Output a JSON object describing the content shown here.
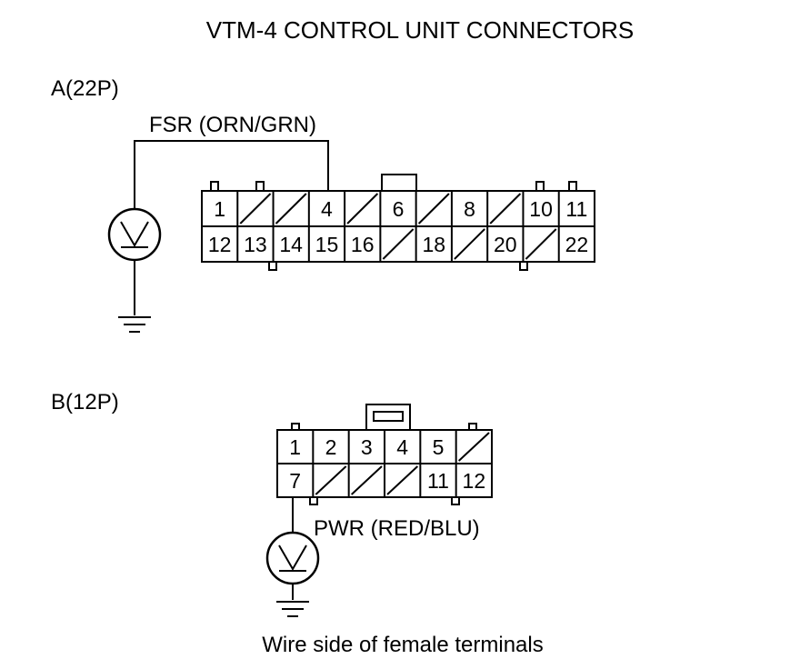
{
  "title": "VTM-4 CONTROL UNIT CONNECTORS",
  "connector_a": {
    "label": "A(22P)",
    "wire_label": "FSR (ORN/GRN)",
    "top_row": [
      "1",
      "",
      "",
      "4",
      "",
      "6",
      "",
      "8",
      "",
      "10",
      "11"
    ],
    "bottom_row": [
      "12",
      "13",
      "14",
      "15",
      "16",
      "",
      "18",
      "",
      "20",
      "",
      "22"
    ]
  },
  "connector_b": {
    "label": "B(12P)",
    "wire_label": "PWR (RED/BLU)",
    "top_row": [
      "1",
      "2",
      "3",
      "4",
      "5",
      ""
    ],
    "bottom_row": [
      "7",
      "",
      "",
      "",
      "11",
      "12"
    ]
  },
  "meter_icon": "voltmeter-icon",
  "ground_icon": "ground-icon",
  "footer": "Wire side of female terminals"
}
